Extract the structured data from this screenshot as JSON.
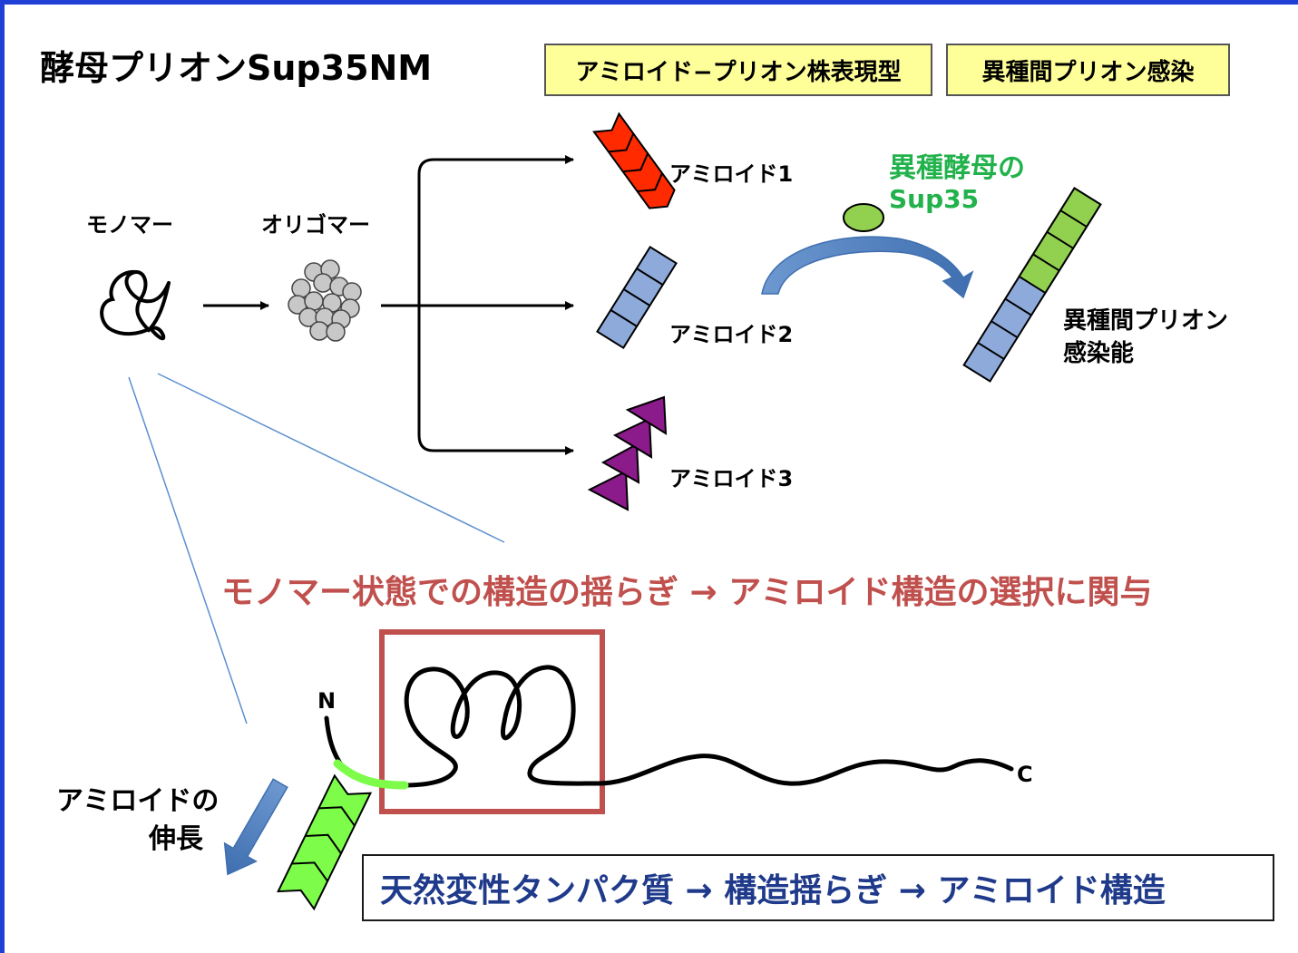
{
  "title": "酵母プリオンSup35NM",
  "header_boxes": {
    "strain": "アミロイド−プリオン株表現型",
    "cross_species": "異種間プリオン感染"
  },
  "pathway": {
    "monomer": "モノマー",
    "oligomer": "オリゴマー",
    "amyloid1": "アミロイド1",
    "amyloid2": "アミロイド2",
    "amyloid3": "アミロイド3",
    "heterologous_line1": "異種酵母の",
    "heterologous_line2": "Sup35",
    "infectivity_line1": "異種間プリオン",
    "infectivity_line2": "感染能"
  },
  "headline": "モノマー状態での構造の揺らぎ → アミロイド構造の選択に関与",
  "protein": {
    "n_terminus": "N",
    "c_terminus": "C",
    "elongation_line1": "アミロイドの",
    "elongation_line2": "伸長"
  },
  "summary": "天然変性タンパク質 → 構造揺らぎ → アミロイド構造",
  "colors": {
    "frame": "#1f3fd6",
    "amyloid1": "#ff2a00",
    "amyloid2": "#8eaadb",
    "amyloid3": "#8b1a8b",
    "heterologous": "#92d050",
    "arrow_blue": "#4a7fc1",
    "highlight_red": "#c0504d",
    "summary_text": "#1f3a8a",
    "yellow_box": "#ffff99"
  }
}
